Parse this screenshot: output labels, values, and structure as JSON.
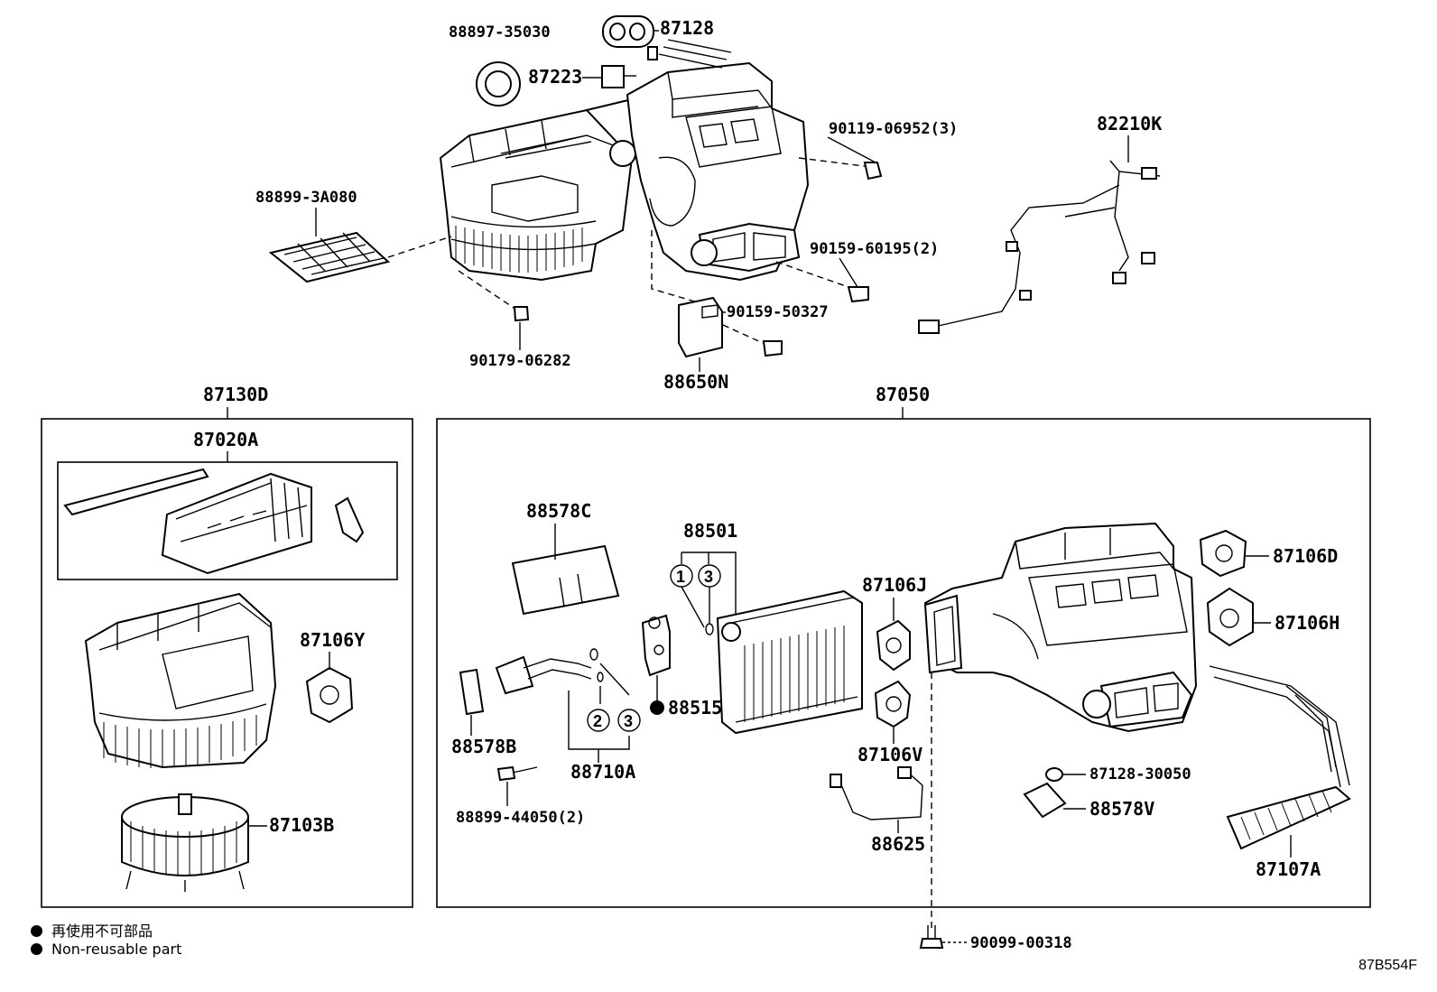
{
  "parts": {
    "p88897": "88897-35030",
    "p87128": "87128",
    "p87223": "87223",
    "p90119": "90119-06952(3)",
    "p82210K": "82210K",
    "p88899_3A080": "88899-3A080",
    "p90159_60195": "90159-60195(2)",
    "p90159_50327": "90159-50327",
    "p90179": "90179-06282",
    "p88650N": "88650N",
    "p87130D": "87130D",
    "p87050": "87050",
    "p87020A": "87020A",
    "p87106Y": "87106Y",
    "p87103B": "87103B",
    "p88578C": "88578C",
    "p88501": "88501",
    "p87106J": "87106J",
    "p87106D": "87106D",
    "p87106H": "87106H",
    "p88515": "88515",
    "p88578B": "88578B",
    "p88710A": "88710A",
    "p88899_44050": "88899-44050(2)",
    "p87106V": "87106V",
    "p87128_30050": "87128-30050",
    "p88578V": "88578V",
    "p88625": "88625",
    "p87107A": "87107A",
    "p90099": "90099-00318"
  },
  "circled": {
    "c1": "1",
    "c2": "2",
    "c3a": "3",
    "c3b": "3"
  },
  "legend": {
    "jp": "再使用不可部品",
    "en": "Non-reusable part"
  },
  "reference": "87B554F"
}
